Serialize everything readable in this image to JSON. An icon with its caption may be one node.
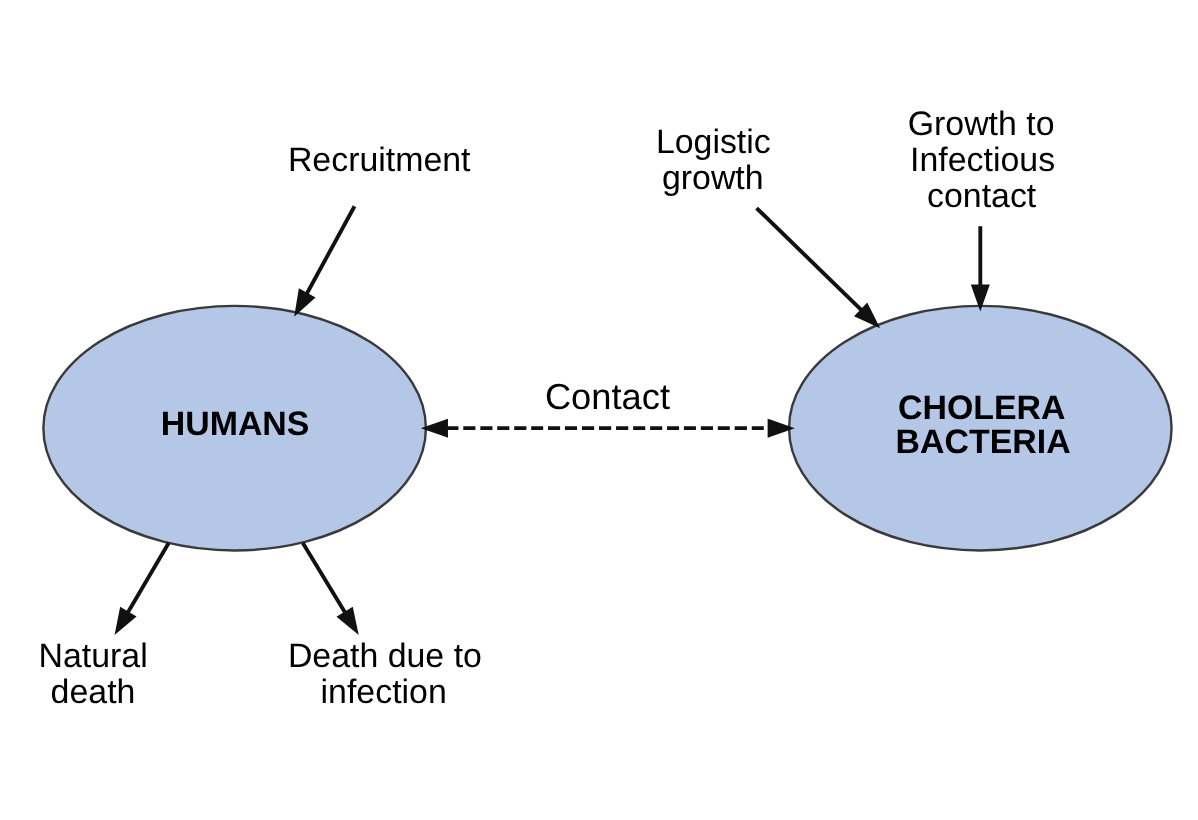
{
  "diagram": {
    "nodes": [
      {
        "text": [
          "Recruitment"
        ]
      },
      {
        "text": [
          "HUMANS"
        ]
      },
      {
        "text": [
          "CHOLERA BACTERIA"
        ]
      },
      {
        "text": [
          "Logistic growth"
        ]
      },
      {
        "text": [
          "Growth to Infectious contact"
        ]
      },
      {
        "text": [
          "Natural death"
        ]
      },
      {
        "text": [
          "Death due to infection"
        ]
      }
    ],
    "edges": [
      {
        "from": 0,
        "to": 1,
        "arrow": "to"
      },
      {
        "from": 3,
        "to": 2,
        "arrow": "to"
      },
      {
        "from": 4,
        "to": 2,
        "arrow": "to"
      },
      {
        "from": 1,
        "to": 2,
        "arrow": "both",
        "label": "Contact",
        "style": "dashed"
      },
      {
        "from": 1,
        "to": 5,
        "arrow": "to"
      },
      {
        "from": 1,
        "to": 6,
        "arrow": "to"
      }
    ]
  }
}
